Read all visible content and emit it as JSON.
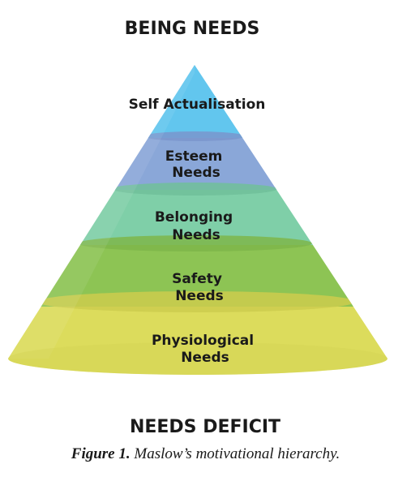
{
  "diagram": {
    "top_title": "BEING NEEDS",
    "bottom_title": "NEEDS DEFICIT",
    "layers": [
      {
        "lines": [
          "Self Actualisation"
        ],
        "color": "#62c6ee"
      },
      {
        "lines": [
          "Esteem",
          "Needs"
        ],
        "color": "#8aa7d8"
      },
      {
        "lines": [
          "Belonging",
          "Needs"
        ],
        "color": "#7fcfa8"
      },
      {
        "lines": [
          "Safety",
          "Needs"
        ],
        "color": "#8dc454"
      },
      {
        "lines": [
          "Physiological",
          "Needs"
        ],
        "color": "#dcdc5c"
      }
    ]
  },
  "caption": {
    "label": "Figure 1.",
    "text": "Maslow’s motivational hierarchy."
  }
}
